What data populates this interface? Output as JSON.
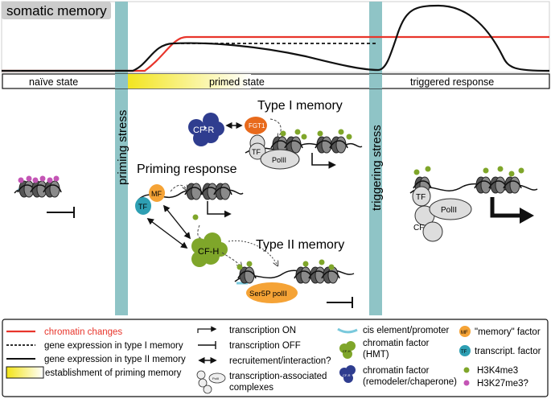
{
  "title": "somatic memory",
  "phases": {
    "naive": "naïve state",
    "primed": "primed state",
    "triggered": "triggered response"
  },
  "stress": {
    "priming": "priming stress",
    "triggering": "triggering stress"
  },
  "panels": {
    "type1_title": "Type I memory",
    "type2_title": "Type II memory",
    "priming_response": "Priming response"
  },
  "factors": {
    "cfr": "CF-R",
    "cfh": "CF-H",
    "fgt1": "FGT1",
    "tf": "TF",
    "mf": "MF",
    "cf": "CF",
    "polII": "PolII",
    "ser5p": "Ser5P polII"
  },
  "legend": {
    "chromatin_changes": "chromatin changes",
    "type1_expr": "gene expression in type I memory",
    "type2_expr": "gene expression in type II memory",
    "establishment": "establishment of priming memory",
    "tx_on": "transcription ON",
    "tx_off": "transcription OFF",
    "recruitment": "recruitement/interaction?",
    "tx_complexes_1": "transcription-associated",
    "tx_complexes_2": "complexes",
    "cis": "cis element/promoter",
    "cf_hmt_1": "chromatin factor",
    "cf_hmt_2": "(HMT)",
    "cf_rem_1": "chromatin factor",
    "cf_rem_2": "(remodeler/chaperone)",
    "memory_factor": "\"memory\" factor",
    "transcript_factor": "transcript. factor",
    "h3k4": "H3K4me3",
    "h3k27": "H3K27me3?",
    "icon_mf": "MF",
    "icon_tf": "TF",
    "icon_cfh": "CF-H",
    "icon_cfr": "CF-R",
    "icon_complex": "PolII"
  },
  "colors": {
    "red": "#e8352b",
    "teal": "#8fc4c6",
    "green": "#7fa62a",
    "cfr_blue": "#2f3d8f",
    "orange": "#f5a336",
    "tf_teal": "#2e9fb3",
    "magenta": "#c455b5",
    "yellow": "#f2e416"
  }
}
